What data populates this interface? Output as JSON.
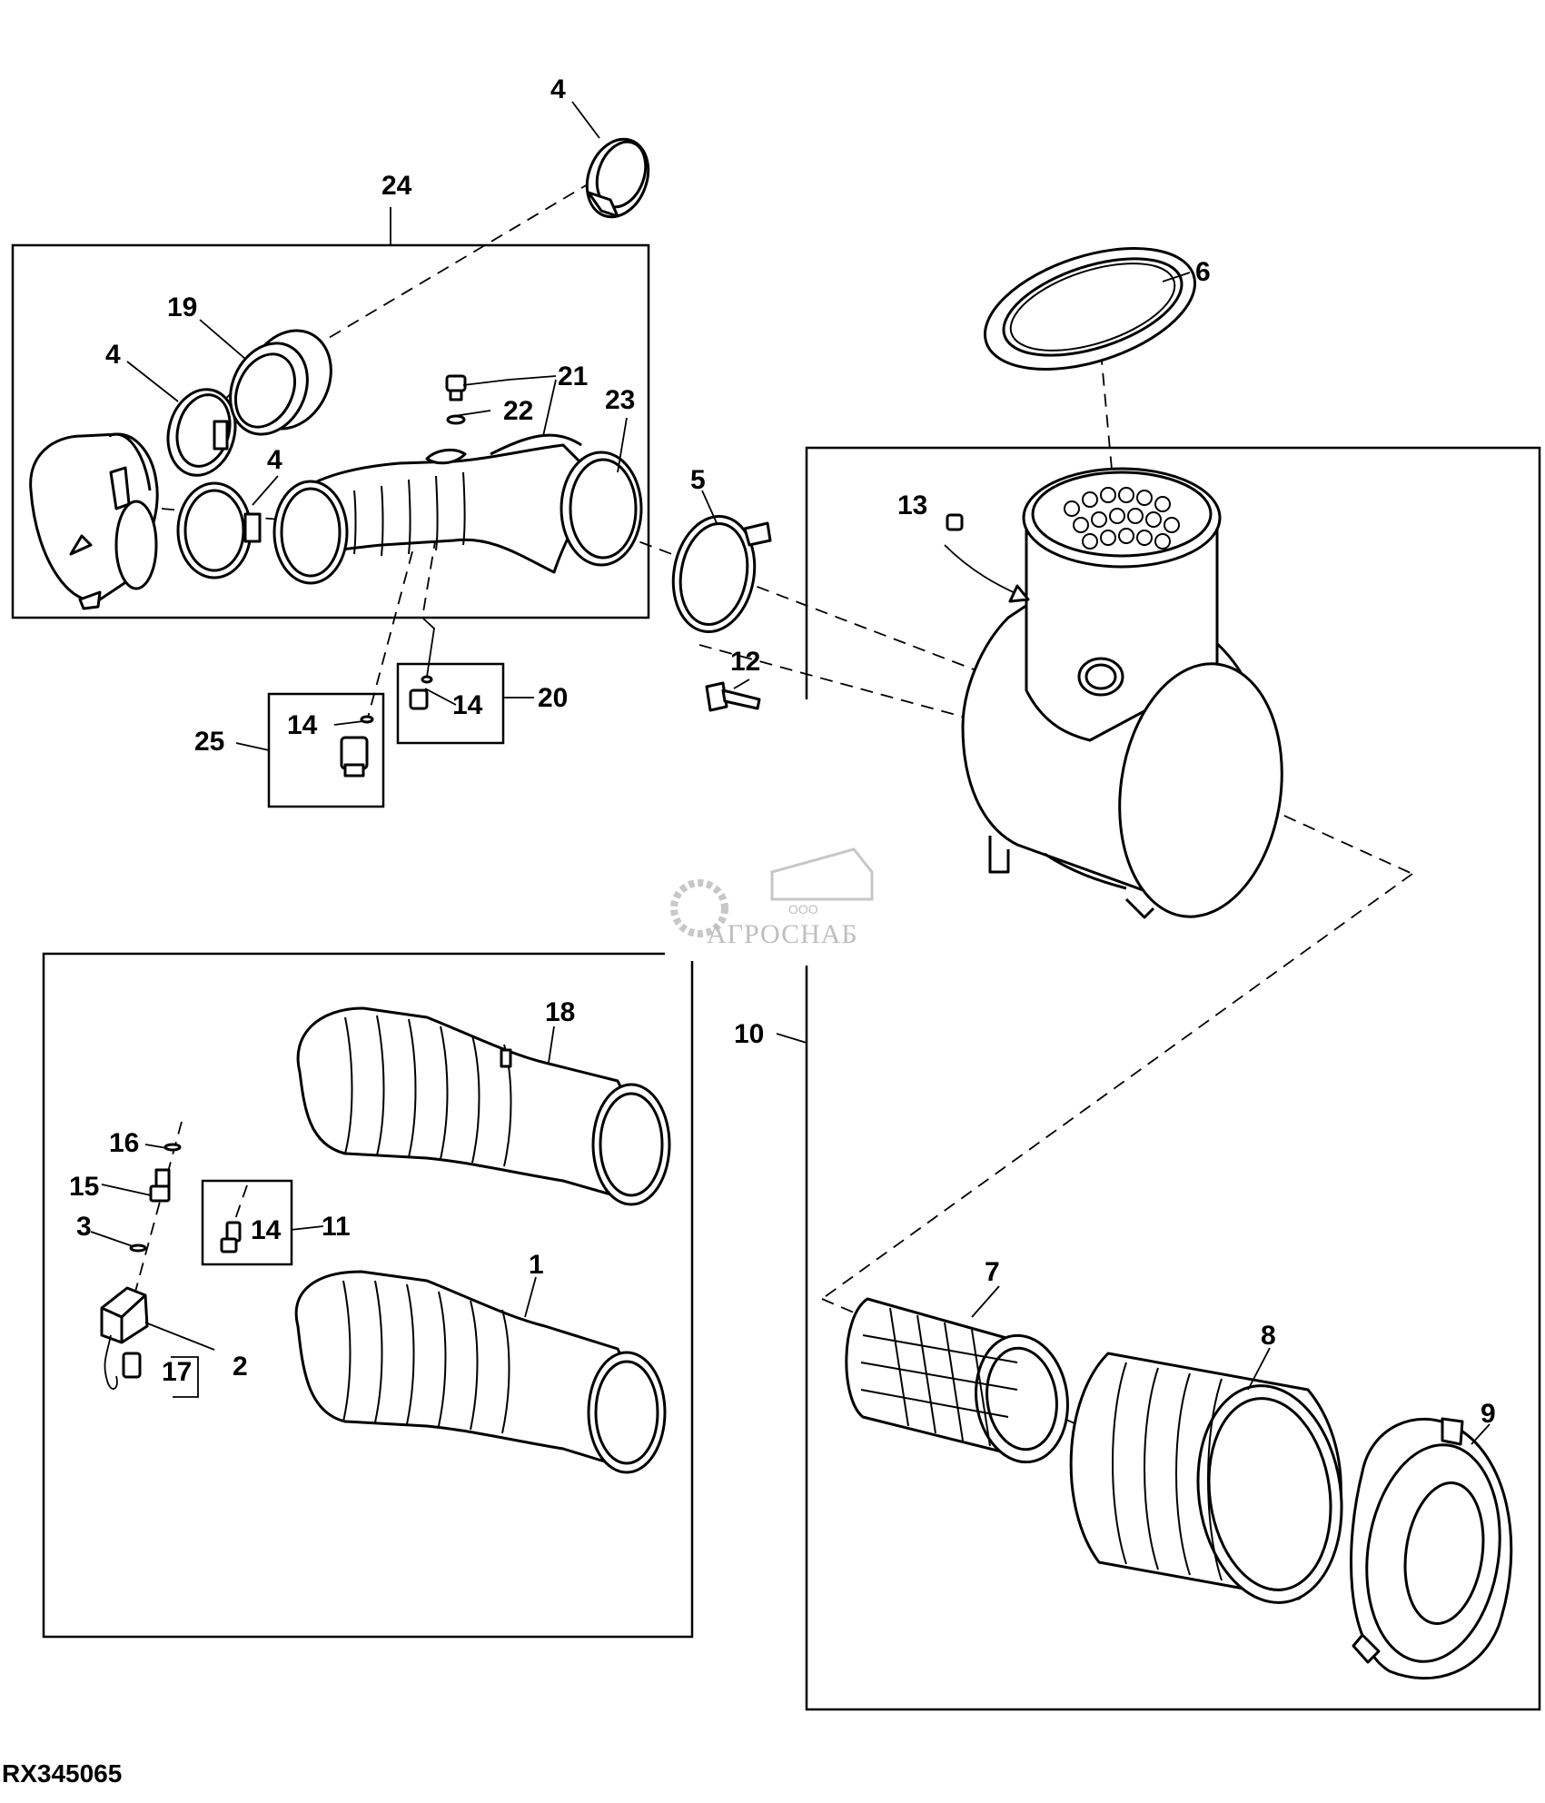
{
  "diagram": {
    "reference_code": "RX345065",
    "watermark": {
      "small": "ООО",
      "large": "АГРОСНАБ",
      "color": "#b8b8b8"
    },
    "callouts": [
      {
        "id": "c4a",
        "text": "4"
      },
      {
        "id": "c24",
        "text": "24"
      },
      {
        "id": "c6",
        "text": "6"
      },
      {
        "id": "c19",
        "text": "19"
      },
      {
        "id": "c4b",
        "text": "4"
      },
      {
        "id": "c21",
        "text": "21"
      },
      {
        "id": "c22",
        "text": "22"
      },
      {
        "id": "c23",
        "text": "23"
      },
      {
        "id": "c4c",
        "text": "4"
      },
      {
        "id": "c5",
        "text": "5"
      },
      {
        "id": "c13",
        "text": "13"
      },
      {
        "id": "c12",
        "text": "12"
      },
      {
        "id": "c14a",
        "text": "14"
      },
      {
        "id": "c20",
        "text": "20"
      },
      {
        "id": "c14b",
        "text": "14"
      },
      {
        "id": "c25",
        "text": "25"
      },
      {
        "id": "c18",
        "text": "18"
      },
      {
        "id": "c10",
        "text": "10"
      },
      {
        "id": "c16",
        "text": "16"
      },
      {
        "id": "c15",
        "text": "15"
      },
      {
        "id": "c14c",
        "text": "14"
      },
      {
        "id": "c11",
        "text": "11"
      },
      {
        "id": "c3",
        "text": "3"
      },
      {
        "id": "c1",
        "text": "1"
      },
      {
        "id": "c7",
        "text": "7"
      },
      {
        "id": "c8",
        "text": "8"
      },
      {
        "id": "c2",
        "text": "2"
      },
      {
        "id": "c17",
        "text": "17"
      },
      {
        "id": "c9",
        "text": "9"
      }
    ]
  }
}
